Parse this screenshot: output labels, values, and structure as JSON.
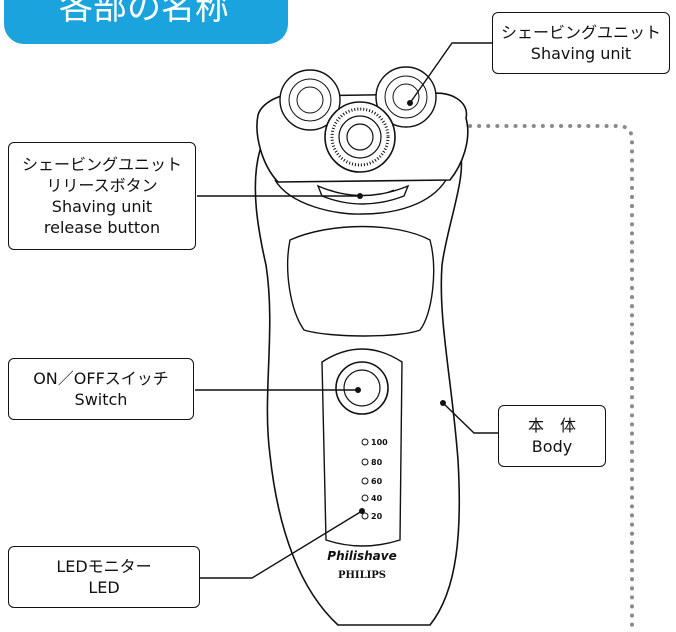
{
  "header": {
    "title": "各部の名称"
  },
  "labels": {
    "shaving_unit": {
      "ja": "シェービングユニット",
      "en": "Shaving unit"
    },
    "release_button": {
      "ja": "シェービングユニット",
      "ja2": "リリースボタン",
      "en": "Shaving unit",
      "en2": "release button"
    },
    "switch": {
      "ja": "ON／OFFスイッチ",
      "en": "Switch"
    },
    "led": {
      "ja": "LEDモニター",
      "en": "LED"
    },
    "body": {
      "ja": "本　体",
      "en": "Body"
    }
  },
  "device": {
    "brand_line1": "Philishave",
    "brand_line2": "PHILIPS",
    "led_levels": [
      "100",
      "80",
      "60",
      "40",
      "20"
    ]
  },
  "colors": {
    "accent": "#1aa3dc",
    "line": "#111111",
    "dotted": "#8a8a8a"
  }
}
